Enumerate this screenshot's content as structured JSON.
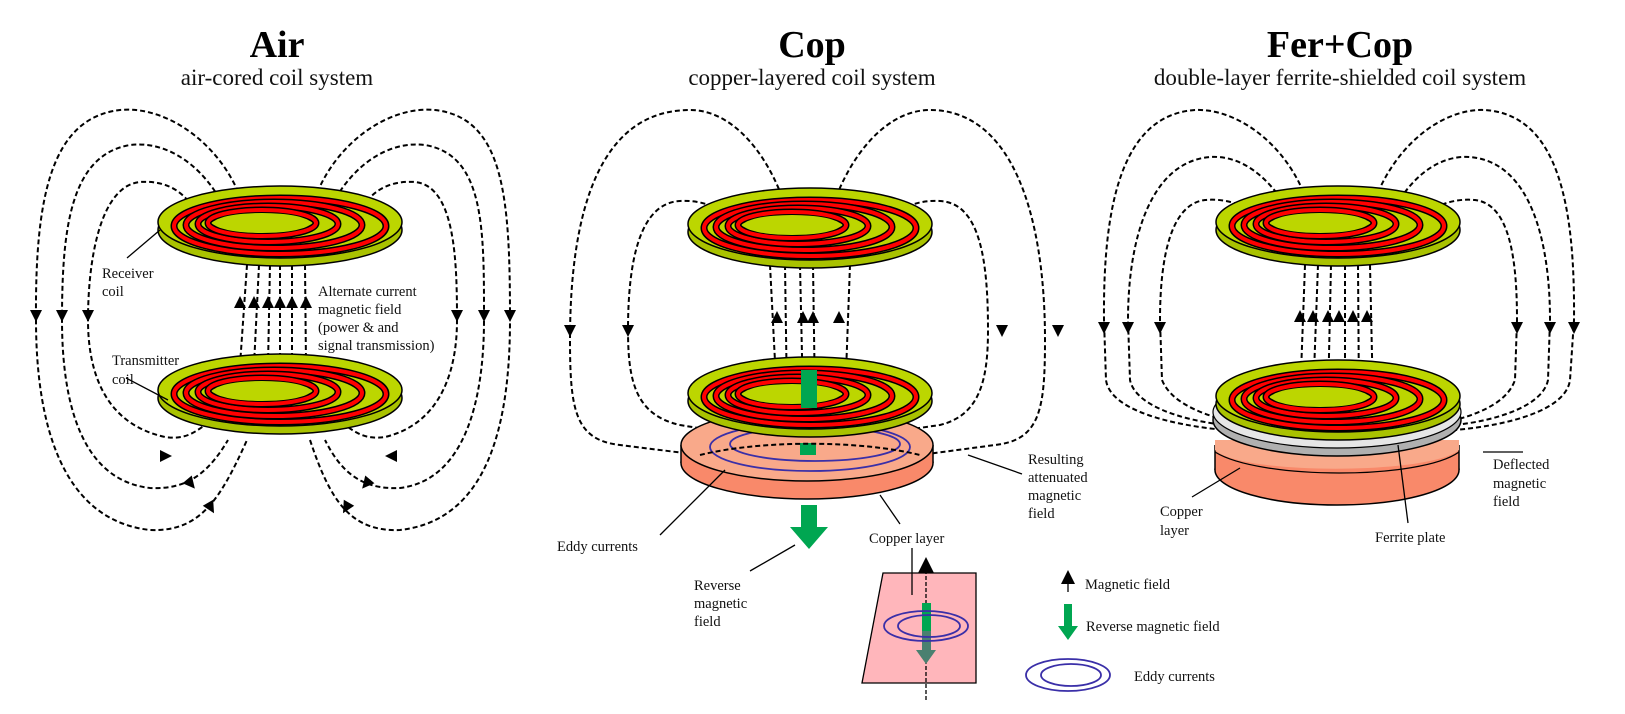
{
  "panels": [
    {
      "title": "Air",
      "subtitle": "air-cored coil system",
      "labels": {
        "receiver_coil": [
          "Receiver",
          "coil"
        ],
        "transmitter_coil": [
          "Transmitter",
          "coil"
        ],
        "ac_field": [
          "Alternate current",
          "magnetic field",
          "(power & and",
          "signal transmission)"
        ]
      }
    },
    {
      "title": "Cop",
      "subtitle": "copper-layered coil system",
      "labels": {
        "eddy_currents": "Eddy currents",
        "reverse_field": [
          "Reverse",
          "magnetic",
          "field"
        ],
        "copper_layer": "Copper layer",
        "attenuated_field": [
          "Resulting",
          "attenuated",
          "magnetic",
          "field"
        ]
      }
    },
    {
      "title": "Fer+Cop",
      "subtitle": "double-layer ferrite-shielded coil system",
      "labels": {
        "copper_layer": [
          "Copper",
          "layer"
        ],
        "ferrite_plate": "Ferrite plate",
        "deflected_field": [
          "Deflected",
          "magnetic",
          "field"
        ]
      }
    }
  ],
  "legend": {
    "magnetic_field": "Magnetic field",
    "reverse_field": "Reverse magnetic field",
    "eddy_currents": "Eddy currents"
  },
  "colors": {
    "coil_disc": "#bcd600",
    "coil_trace": "#ff0000",
    "copper": "#f9a98a",
    "ferrite": "#b0b0b0",
    "reverse_field": "#00a651",
    "eddy": "#3a2fa8",
    "inset_copper": "#ffb6bb"
  }
}
